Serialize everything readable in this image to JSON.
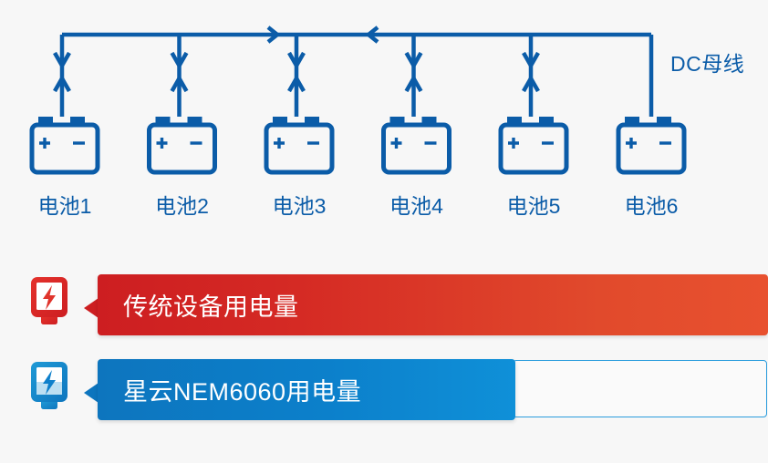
{
  "diagram": {
    "bus_label": "DC母线",
    "line_color": "#0b5ca8",
    "batteries": [
      {
        "label": "电池1"
      },
      {
        "label": "电池2"
      },
      {
        "label": "电池3"
      },
      {
        "label": "电池4"
      },
      {
        "label": "电池5"
      },
      {
        "label": "电池6"
      }
    ],
    "battery_plus": "+",
    "battery_minus": "−"
  },
  "comparison": {
    "rows": [
      {
        "id": "traditional",
        "label": "传统设备用电量",
        "icon": "lightning-bolt-red-icon",
        "color_start": "#cd1e21",
        "color_end": "#e8512f",
        "fill_ratio": 100
      },
      {
        "id": "nem6060",
        "label": "星云NEM6060用电量",
        "icon": "lightning-bolt-blue-icon",
        "color_start": "#0d75be",
        "color_end": "#0f90d8",
        "fill_ratio": 62
      }
    ]
  }
}
